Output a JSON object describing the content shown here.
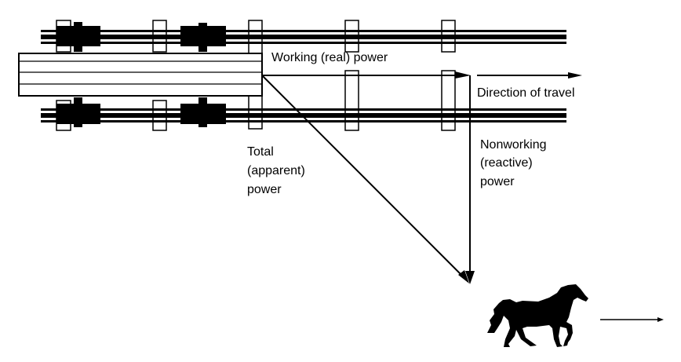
{
  "title": "Power triangle analogy: train pulled by horse",
  "colors": {
    "ink": "#000000",
    "background": "#ffffff"
  },
  "labels": {
    "working_power": "Working (real) power",
    "direction": "Direction of travel",
    "total_power": [
      "Total",
      "(apparent)",
      "power"
    ],
    "nonworking_power": [
      "Nonworking",
      "(reactive)",
      "power"
    ]
  },
  "icons": {
    "horse": "horse-silhouette-icon",
    "train_car": "rail-car",
    "track": "rail-track"
  }
}
